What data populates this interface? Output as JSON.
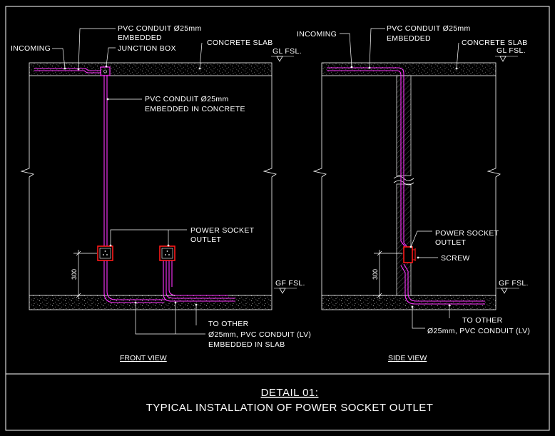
{
  "front_view": {
    "caption": "FRONT VIEW",
    "labels": {
      "incoming": "INCOMING",
      "pvc_embedded_1": "PVC CONDUIT Ø25mm",
      "pvc_embedded_2": "EMBEDDED",
      "junction_box": "JUNCTION BOX",
      "concrete_slab": "CONCRETE SLAB",
      "gl_fsl": "GL FSL.",
      "pvc_concrete_1": "PVC CONDUIT Ø25mm",
      "pvc_concrete_2": "EMBEDDED IN CONCRETE",
      "socket_1": "POWER SOCKET",
      "socket_2": "OUTLET",
      "dim_300": "300",
      "gf_fsl": "GF FSL.",
      "to_other": "TO OTHER",
      "slab_conduit_1": "Ø25mm, PVC CONDUIT (LV)",
      "slab_conduit_2": "EMBEDDED IN SLAB"
    }
  },
  "side_view": {
    "caption": "SIDE VIEW",
    "labels": {
      "incoming": "INCOMING",
      "pvc_embedded_1": "PVC CONDUIT Ø25mm",
      "pvc_embedded_2": "EMBEDDED",
      "concrete_slab": "CONCRETE SLAB",
      "gl_fsl": "GL FSL.",
      "socket_1": "POWER SOCKET",
      "socket_2": "OUTLET",
      "screw": "SCREW",
      "dim_300": "300",
      "gf_fsl": "GF FSL.",
      "to_other": "TO OTHER",
      "slab_conduit": "Ø25mm, PVC CONDUIT (LV)"
    }
  },
  "title_block": {
    "line1": "DETAIL 01:",
    "line2": "TYPICAL INSTALLATION OF POWER  SOCKET OUTLET"
  },
  "colors": {
    "background": "#000000",
    "linework": "#ffffff",
    "conduit": "#ff33ff",
    "socket": "#ff1a1a",
    "concrete": "#9a9a9a"
  }
}
